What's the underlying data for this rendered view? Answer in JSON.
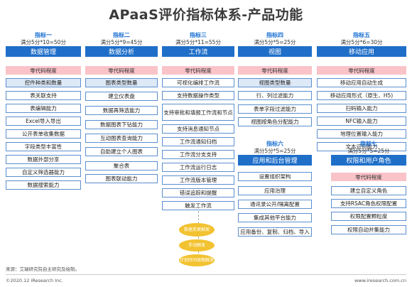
{
  "title": "APaaS评价指标体系-产品功能",
  "zero_code_label": "零代码程度",
  "columns": [
    {
      "tag": "指标一",
      "formula": "满分5分*10=50分",
      "head": "数据管理",
      "items": [
        "控件种类和数量",
        "表关联支持",
        "表编辑能力",
        "Excel导入导出",
        "公开表单收集数据",
        "字段类型丰富性",
        "数据外部分享",
        "自定义筛选器能力",
        "数据搜索能力"
      ]
    },
    {
      "tag": "指标二",
      "formula": "满分5分*9=45分",
      "head": "数据分析",
      "items": [
        "图表类型数量",
        "建立仪表盘",
        "数据再筛选能力",
        "数据图表下钻能力",
        "互动图表查询能力",
        "自助建立个人图表",
        "聚合表",
        "图表联动能力"
      ]
    },
    {
      "tag": "指标三",
      "formula": "满分5分*11=55分",
      "head": "工作流",
      "items": [
        "可视化编排工作流",
        "支持数据操作类型",
        "支持审批和填报工作流和节点",
        "支持消息通知节点",
        "工作流通知归档",
        "工作流分支支持",
        "工作流运行日志",
        "工作流版本管理",
        "错误追踪和提醒",
        "触发工作流"
      ]
    },
    {
      "tag": "指标四",
      "formula": "满分5分*5=25分",
      "head": "视图",
      "items": [
        "视图类型数量",
        "行、列过滤能力",
        "表单字段过滤能力",
        "视图按角色分配能力"
      ]
    },
    {
      "tag": "指标五",
      "formula": "满分5分*6=30分",
      "head": "移动应用",
      "items": [
        "移动应用自动生成",
        "移动应用形式（原生、H5)",
        "扫码输入能力",
        "NFC输入能力",
        "地理位置输入能力",
        "文本识别能力"
      ]
    },
    {
      "tag": "指标六",
      "formula": "满分5分*5=25分",
      "head": "应用和后台管理",
      "items": [
        "设置组织架构",
        "应用治理",
        "通讯录公开/隔离配置",
        "集成其他平台能力",
        "应用备份、复制、归档、导入"
      ]
    },
    {
      "tag": "指标七",
      "formula": "满分5分*5=25分",
      "head": "权限和用户角色",
      "items": [
        "建立自定义角色",
        "支持RSAC角色权限配置",
        "权限配置颗粒度",
        "权限自动并集能力"
      ]
    }
  ],
  "triggers": [
    "数据变更触发",
    "手动触发",
    "计划时间周期触发"
  ],
  "source": "来源：艾瑞研究院自主研究及绘制。",
  "copyright": "©2020.12 iResearch Inc.",
  "url": "www.iresearch.com.cn"
}
